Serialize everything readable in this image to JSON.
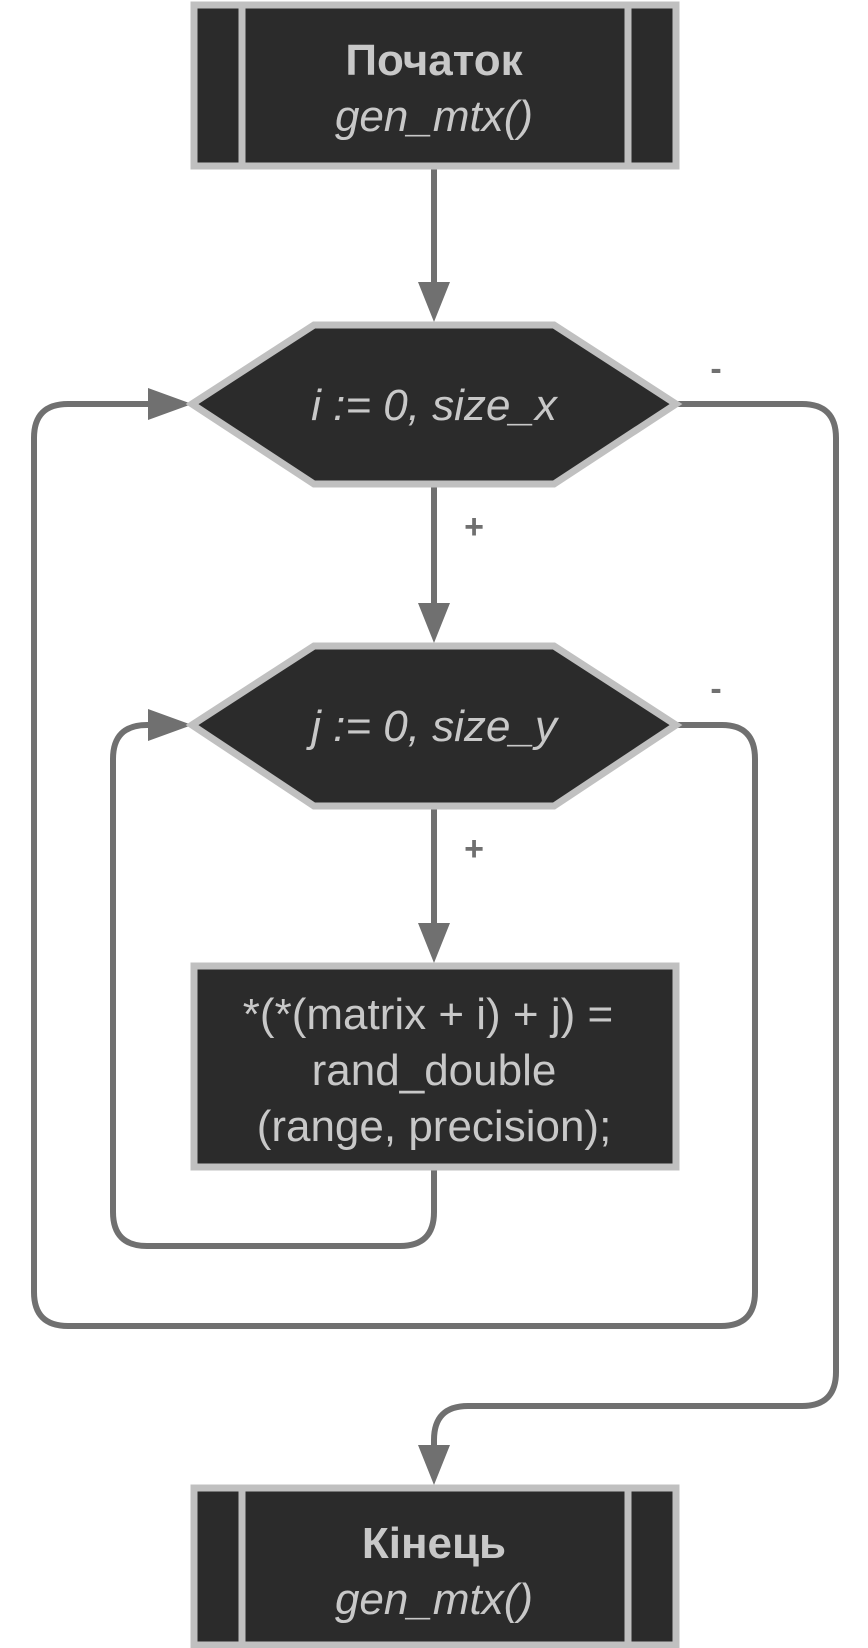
{
  "nodes": {
    "start": {
      "title": "Початок",
      "subtitle": "gen_mtx()"
    },
    "loop_i": {
      "label": "i := 0, size_x"
    },
    "loop_j": {
      "label": "j := 0, size_y"
    },
    "assign": {
      "lines": [
        "*(*(matrix + i) + j) =",
        "rand_double",
        "(range, precision);"
      ]
    },
    "end": {
      "title": "Кінець",
      "subtitle": "gen_mtx()"
    }
  },
  "edge_labels": {
    "i_true": "+",
    "i_false": "-",
    "j_true": "+",
    "j_false": "-"
  },
  "colors": {
    "node_fill": "#2b2b2b",
    "node_border": "#c0c0c0",
    "node_text": "#c8c8c8",
    "edge": "#707070"
  }
}
